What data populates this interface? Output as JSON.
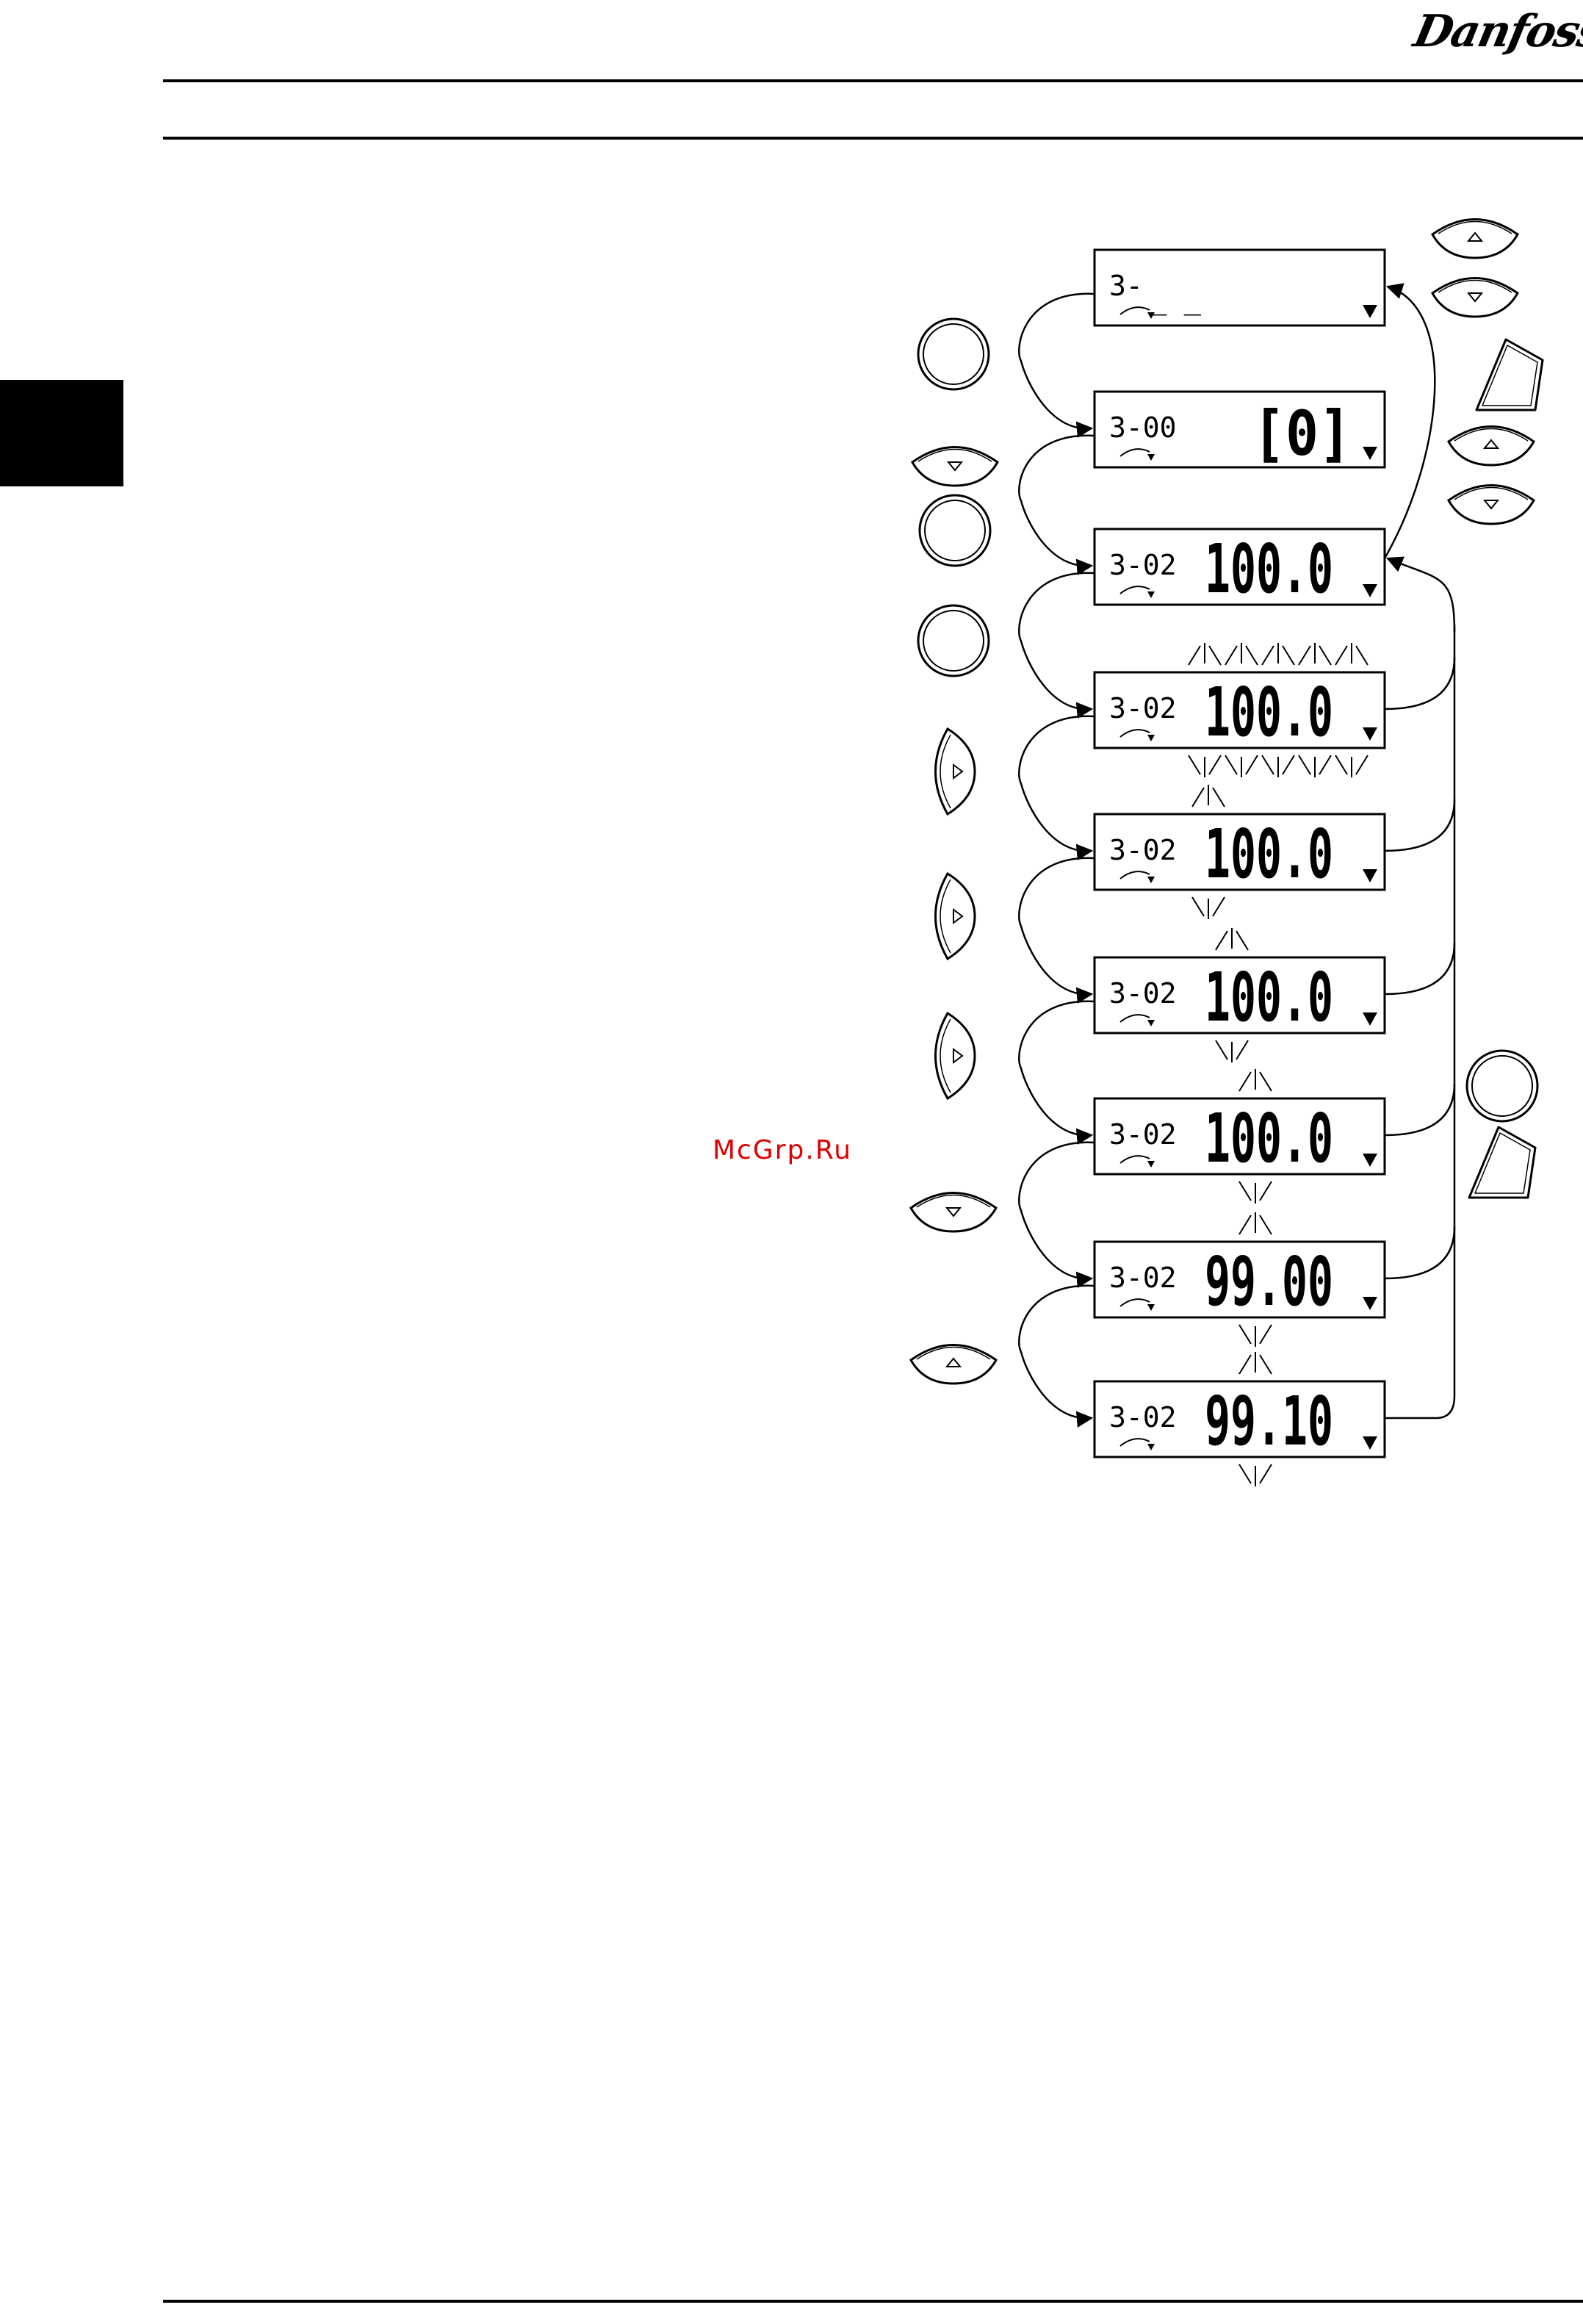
{
  "header": {
    "brand": "Danfoss"
  },
  "watermark": "McGrp.Ru",
  "colors": {
    "line": "#000000",
    "background": "#ffffff",
    "tab": "#000000",
    "watermark": "#e00000"
  },
  "displays": [
    {
      "param": "3-",
      "value": "_ _",
      "flash": "none"
    },
    {
      "param": "3-00",
      "value": "[0]",
      "flash": "none"
    },
    {
      "param": "3-02",
      "value": "100.0",
      "flash": "none"
    },
    {
      "param": "3-02",
      "value": "100.0",
      "flash": "all"
    },
    {
      "param": "3-02",
      "value": "100.0",
      "flash": "digit1"
    },
    {
      "param": "3-02",
      "value": "100.0",
      "flash": "digit2"
    },
    {
      "param": "3-02",
      "value": "100.0",
      "flash": "digit3"
    },
    {
      "param": "3-02",
      "value": "99.00",
      "flash": "digit3"
    },
    {
      "param": "3-02",
      "value": "99.10",
      "flash": "digit3"
    }
  ],
  "left_keys": [
    [
      "ok-button-icon"
    ],
    [
      "down-arrow-button-icon",
      "ok-button-icon"
    ],
    [
      "ok-button-icon"
    ],
    [
      "right-arrow-button-icon"
    ],
    [
      "right-arrow-button-icon"
    ],
    [
      "right-arrow-button-icon"
    ],
    [
      "down-arrow-button-icon"
    ],
    [
      "up-arrow-button-icon"
    ]
  ],
  "right_keys": [
    [
      "up-arrow-button-icon",
      "down-arrow-button-icon",
      "back-button-icon"
    ],
    [
      "up-arrow-button-icon",
      "down-arrow-button-icon"
    ],
    [
      "ok-button-icon",
      "back-button-icon"
    ]
  ]
}
